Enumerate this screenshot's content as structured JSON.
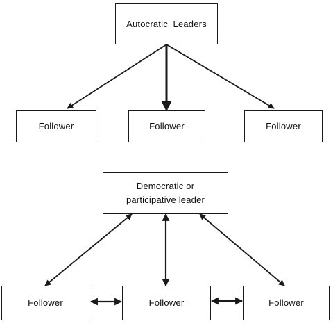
{
  "top": {
    "leader": "Autocratic  Leaders",
    "followers": [
      "Follower",
      "Follower",
      "Follower"
    ]
  },
  "bottom": {
    "leader_line1": "Democratic or",
    "leader_line2": "participative leader",
    "followers": [
      "Follower",
      "Follower",
      "Follower"
    ]
  },
  "colors": {
    "line": "#1a1a1a",
    "box_border": "#1a1a1a",
    "background": "#ffffff"
  }
}
